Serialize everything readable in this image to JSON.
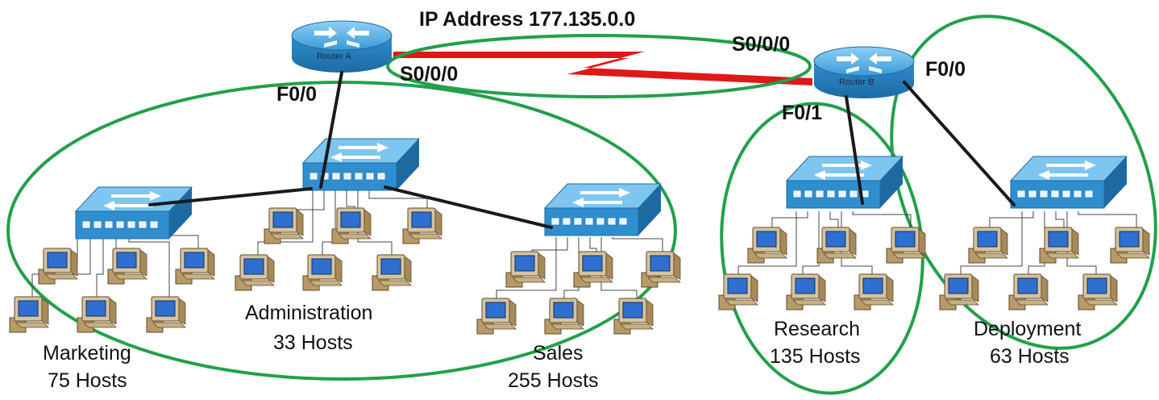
{
  "title": "IP Address 177.135.0.0",
  "routers": [
    {
      "id": "router-a",
      "label": "Router A"
    },
    {
      "id": "router-b",
      "label": "Router B"
    }
  ],
  "interfaces": {
    "router_a_serial": "S0/0/0",
    "router_b_serial": "S0/0/0",
    "router_a_fast": "F0/0",
    "router_b_fast_left": "F0/1",
    "router_b_fast_right": "F0/0"
  },
  "lans": [
    {
      "name": "Marketing",
      "hosts": "75 Hosts"
    },
    {
      "name": "Administration",
      "hosts": "33 Hosts"
    },
    {
      "name": "Sales",
      "hosts": "255 Hosts"
    },
    {
      "name": "Research",
      "hosts": "135 Hosts"
    },
    {
      "name": "Deployment",
      "hosts": "63 Hosts"
    }
  ],
  "colors": {
    "ellipse": "#22a04a",
    "wan_link": "#e01818",
    "cable": "#1a1a1a",
    "device": "#2f8fce"
  }
}
